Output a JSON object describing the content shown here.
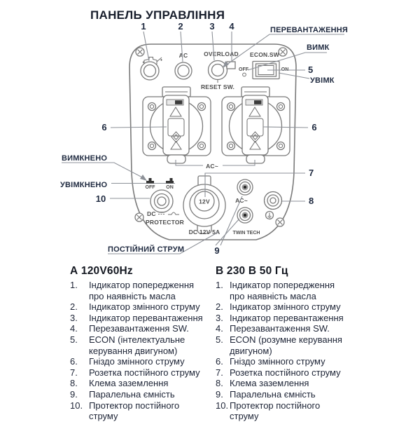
{
  "title": "ПАНЕЛЬ УПРАВЛІННЯ",
  "callouts": {
    "c1": "1",
    "c2": "2",
    "c3": "3",
    "c4": "4",
    "c5": "5",
    "c6_left": "6",
    "c6_right": "6",
    "c7": "7",
    "c8": "8",
    "c9": "9",
    "c10": "10",
    "overload": "ПЕРЕВАНТАЖЕННЯ",
    "off_short": "ВИМК",
    "on_short": "УВІМК",
    "switched_off": "ВИМКНЕНО",
    "switched_on": "УВІМКНЕНО",
    "dc_current": "ПОСТІЙНИЙ СТРУМ"
  },
  "panel_labels": {
    "ac": "AC",
    "overload": "OVERLOAD",
    "econ_sw": "ECON.SW",
    "off": "OFF",
    "on": "ON",
    "reset_sw": "RESET SW.",
    "ac_outlets": "AC~",
    "dc": "DC",
    "protector": "PROTECTOR",
    "v12": "12V",
    "dc_rating": "DC 12V 5A",
    "ac_jacks": "AC~",
    "twin_tech": "TWIN TECH"
  },
  "list_a": {
    "header": "А 120V60Hz",
    "items": [
      {
        "num": "1.",
        "line1": "Індикатор попередження",
        "line2": "про наявність масла"
      },
      {
        "num": "2.",
        "line1": "Індикатор змінного струму",
        "line2": ""
      },
      {
        "num": "3.",
        "line1": "Індикатор перевантаження",
        "line2": ""
      },
      {
        "num": "4.",
        "line1": "Перезавантаження SW.",
        "line2": ""
      },
      {
        "num": "5.",
        "line1": "ECON (інтелектуальне",
        "line2": "керування двигуном)"
      },
      {
        "num": "6.",
        "line1": "Гніздо змінного струму",
        "line2": ""
      },
      {
        "num": "7.",
        "line1": "Розетка постійного струму",
        "line2": ""
      },
      {
        "num": "8.",
        "line1": "Клема заземлення",
        "line2": ""
      },
      {
        "num": "9.",
        "line1": "Паралельна ємність",
        "line2": ""
      },
      {
        "num": "10.",
        "line1": "Протектор постійного",
        "line2": "струму"
      }
    ]
  },
  "list_b": {
    "header": "В 230 В 50 Гц",
    "items": [
      {
        "num": "1.",
        "line1": "Індикатор попередження",
        "line2": "про наявність масла"
      },
      {
        "num": "2.",
        "line1": "Індикатор змінного струму",
        "line2": ""
      },
      {
        "num": "3.",
        "line1": "Індикатор перевантаження",
        "line2": ""
      },
      {
        "num": "4.",
        "line1": "Перезавантаження SW.",
        "line2": ""
      },
      {
        "num": "5.",
        "line1": "ECON (розумне керування",
        "line2": "двигуном)"
      },
      {
        "num": "6.",
        "line1": "Гніздо змінного струму",
        "line2": ""
      },
      {
        "num": "7.",
        "line1": "Розетка постійного струму",
        "line2": ""
      },
      {
        "num": "8.",
        "line1": "Клема заземлення",
        "line2": ""
      },
      {
        "num": "9.",
        "line1": "Паралельна ємність",
        "line2": ""
      },
      {
        "num": "10.",
        "line1": "Протектор постійного",
        "line2": "струму"
      }
    ]
  }
}
